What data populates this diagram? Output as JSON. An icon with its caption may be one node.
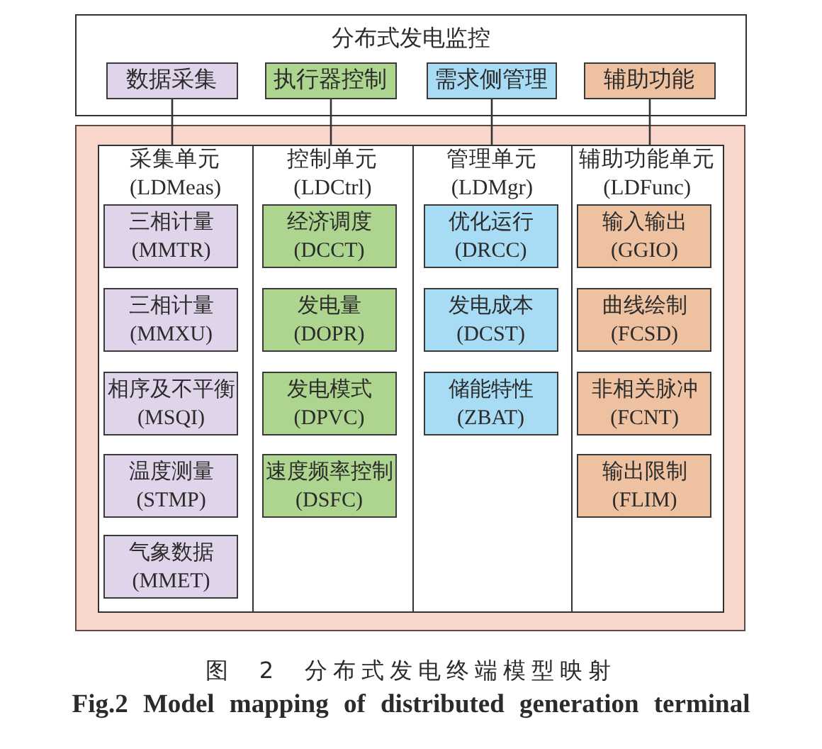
{
  "diagram": {
    "caption": "图 2 分布式发电终端模型映射",
    "nodes": [
      {
        "text": [
          "分布式发电监控"
        ]
      },
      {
        "text": [
          "数据采集"
        ],
        "in": 0
      },
      {
        "text": [
          "执行器控制"
        ],
        "in": 0
      },
      {
        "text": [
          "需求侧管理"
        ],
        "in": 0
      },
      {
        "text": [
          "辅助功能"
        ],
        "in": 0
      },
      {
        "text": [],
        "shape": "box"
      },
      {
        "text": [
          "采集单元(LDMeas)"
        ],
        "in": 5
      },
      {
        "text": [
          "控制单元(LDCtrl)"
        ],
        "in": 5
      },
      {
        "text": [
          "管理单元(LDMgr)"
        ],
        "in": 5
      },
      {
        "text": [
          "辅助功能单元(LDFunc)"
        ],
        "in": 5
      },
      {
        "text": [
          "三相计量(MMTR)"
        ],
        "in": 6
      },
      {
        "text": [
          "三相计量(MMXU)"
        ],
        "in": 6
      },
      {
        "text": [
          "相序及不平衡(MSQI)"
        ],
        "in": 6
      },
      {
        "text": [
          "温度测量(STMP)"
        ],
        "in": 6
      },
      {
        "text": [
          "气象数据(MMET)"
        ],
        "in": 6
      },
      {
        "text": [
          "经济调度(DCCT)"
        ],
        "in": 7
      },
      {
        "text": [
          "发电量(DOPR)"
        ],
        "in": 7
      },
      {
        "text": [
          "发电模式(DPVC)"
        ],
        "in": 7
      },
      {
        "text": [
          "速度频率控制(DSFC)"
        ],
        "in": 7
      },
      {
        "text": [
          "优化运行(DRCC)"
        ],
        "in": 8
      },
      {
        "text": [
          "发电成本(DCST)"
        ],
        "in": 8
      },
      {
        "text": [
          "储能特性(ZBAT)"
        ],
        "in": 8
      },
      {
        "text": [
          "输入输出(GGIO)"
        ],
        "in": 9
      },
      {
        "text": [
          "曲线绘制(FCSD)"
        ],
        "in": 9
      },
      {
        "text": [
          "非相关脉冲(FCNT)"
        ],
        "in": 9
      },
      {
        "text": [
          "输出限制(FLIM)"
        ],
        "in": 9
      }
    ],
    "edges": [
      {
        "from": 1,
        "to": 6,
        "arrow": "none"
      },
      {
        "from": 2,
        "to": 7,
        "arrow": "none"
      },
      {
        "from": 3,
        "to": 8,
        "arrow": "none"
      },
      {
        "from": 4,
        "to": 9,
        "arrow": "none"
      }
    ],
    "labels": [
      "Fig.2 Model mapping of distributed generation terminal"
    ]
  }
}
